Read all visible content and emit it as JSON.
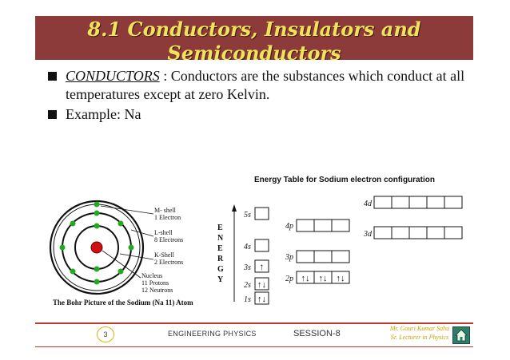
{
  "slide": {
    "title_line1": "8.1  Conductors, Insulators and",
    "title_line2": "Semiconductors",
    "colors": {
      "title_bg": "#8c3a3a",
      "title_text": "#f1e25c",
      "footer_rule": "#c0392b"
    }
  },
  "bullets": [
    {
      "keyword": "CONDUCTORS",
      "text": " : Conductors are the substances which conduct at all temperatures except at zero Kelvin."
    },
    {
      "keyword": "",
      "text": "Example: Na"
    }
  ],
  "bohr": {
    "labels": {
      "m_shell": "M- shell",
      "m_electrons": "1 Electron",
      "l_shell": "L-shell",
      "l_electrons": "8 Electrons",
      "k_shell": "K-Shell",
      "k_electrons": "2 Electrons",
      "nucleus": "Nucleus",
      "protons": "11 Protons",
      "neutrons": "12 Neutrons"
    },
    "caption": "The Bohr Picture of the Sodium (Na 11) Atom"
  },
  "energy_table": {
    "title": "Energy Table for Sodium electron configuration",
    "axis_letters": [
      "E",
      "N",
      "E",
      "R",
      "G",
      "Y"
    ],
    "levels": {
      "l5s": "5s",
      "l4d": "4d",
      "l4p": "4p",
      "l3d": "3d",
      "l4s": "4s",
      "l3p": "3p",
      "l3s": "3s",
      "l2p": "2p",
      "l2s": "2s",
      "l1s": "1s"
    },
    "occupancy": {
      "s1": "↑↓",
      "s2": "↑↓",
      "s3": "↑",
      "p2": [
        "↑↓",
        "↑↓",
        "↑↓"
      ]
    }
  },
  "footer": {
    "page_number": "3",
    "course": "ENGINEERING  PHYSICS",
    "session": "SESSION-8",
    "author_line1": "Mr. Gouri Kumar Sahu",
    "author_line2": "Sr. Lecturer in Physics",
    "home_icon": "home-icon"
  }
}
